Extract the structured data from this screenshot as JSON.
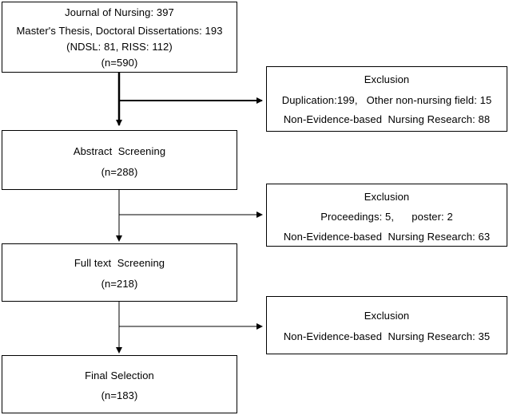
{
  "boxes": {
    "identification": {
      "lines": [
        "Journal of Nursing: 397",
        "Master's Thesis, Doctoral Dissertations: 193",
        "(NDSL: 81, RISS: 112)",
        "(n=590)"
      ]
    },
    "abstract_screening": {
      "title": "Abstract  Screening",
      "count": "(n=288)"
    },
    "full_text_screening": {
      "title": "Full text  Screening",
      "count": "(n=218)"
    },
    "final_selection": {
      "title": "Final Selection",
      "count": "(n=183)"
    }
  },
  "exclusions": {
    "first": {
      "title": "Exclusion",
      "line1": "Duplication:199,   Other non-nursing field: 15",
      "line2": "Non-Evidence-based  Nursing Research: 88"
    },
    "second": {
      "title": "Exclusion",
      "line1": "Proceedings: 5,      poster: 2",
      "line2": "Non-Evidence-based  Nursing Research: 63"
    },
    "third": {
      "title": "Exclusion",
      "line1": "Non-Evidence-based  Nursing Research: 35"
    }
  }
}
